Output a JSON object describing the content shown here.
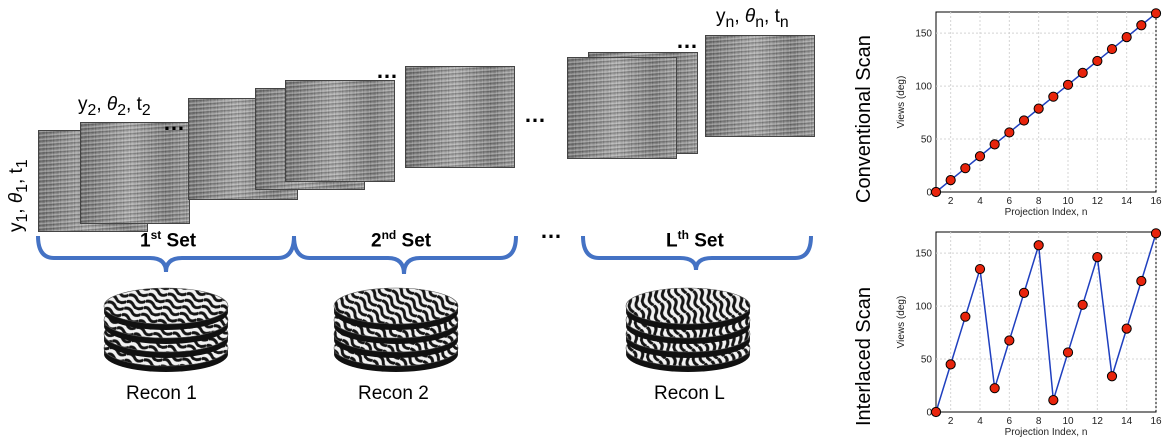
{
  "projection_labels": {
    "first": {
      "y": "y",
      "y_sub": "1",
      "theta": "θ",
      "theta_sub": "1",
      "t": "t",
      "t_sub": "1"
    },
    "second": {
      "y": "y",
      "y_sub": "2",
      "theta": "θ",
      "theta_sub": "2",
      "t": "t",
      "t_sub": "2"
    },
    "nth": {
      "y": "y",
      "y_sub": "n",
      "theta": "θ",
      "theta_sub": "n",
      "t": "t",
      "t_sub": "n"
    }
  },
  "ellipsis": "…",
  "sets": [
    {
      "base": "1",
      "sup": "st",
      "word": "Set"
    },
    {
      "base": "2",
      "sup": "nd",
      "word": "Set"
    },
    {
      "base": "L",
      "sup": "th",
      "word": "Set"
    }
  ],
  "recons": [
    "Recon 1",
    "Recon 2",
    "Recon L"
  ],
  "colors": {
    "brace": "#4472c4",
    "line": "#1f3fbf",
    "marker_fill": "#e8240c",
    "marker_edge": "#000000"
  },
  "chart_data": [
    {
      "type": "line",
      "title": "Conventional Scan",
      "xlabel": "Projection Index, n",
      "ylabel": "Views (deg)",
      "xlim": [
        1,
        16
      ],
      "ylim": [
        0,
        170
      ],
      "xticks": [
        2,
        4,
        6,
        8,
        10,
        12,
        14,
        16
      ],
      "yticks": [
        0,
        50,
        100,
        150
      ],
      "grid": true,
      "x": [
        1,
        2,
        3,
        4,
        5,
        6,
        7,
        8,
        9,
        10,
        11,
        12,
        13,
        14,
        15,
        16
      ],
      "y": [
        0,
        11.25,
        22.5,
        33.75,
        45,
        56.25,
        67.5,
        78.75,
        90,
        101.25,
        112.5,
        123.75,
        135,
        146.25,
        157.5,
        168.75
      ]
    },
    {
      "type": "line",
      "title": "Interlaced Scan",
      "xlabel": "Projection Index, n",
      "ylabel": "Views (deg)",
      "xlim": [
        1,
        16
      ],
      "ylim": [
        0,
        170
      ],
      "xticks": [
        2,
        4,
        6,
        8,
        10,
        12,
        14,
        16
      ],
      "yticks": [
        0,
        50,
        100,
        150
      ],
      "grid": true,
      "x": [
        1,
        2,
        3,
        4,
        5,
        6,
        7,
        8,
        9,
        10,
        11,
        12,
        13,
        14,
        15,
        16
      ],
      "y": [
        0,
        45,
        90,
        135,
        22.5,
        67.5,
        112.5,
        157.5,
        11.25,
        56.25,
        101.25,
        146.25,
        33.75,
        78.75,
        123.75,
        168.75
      ]
    }
  ]
}
